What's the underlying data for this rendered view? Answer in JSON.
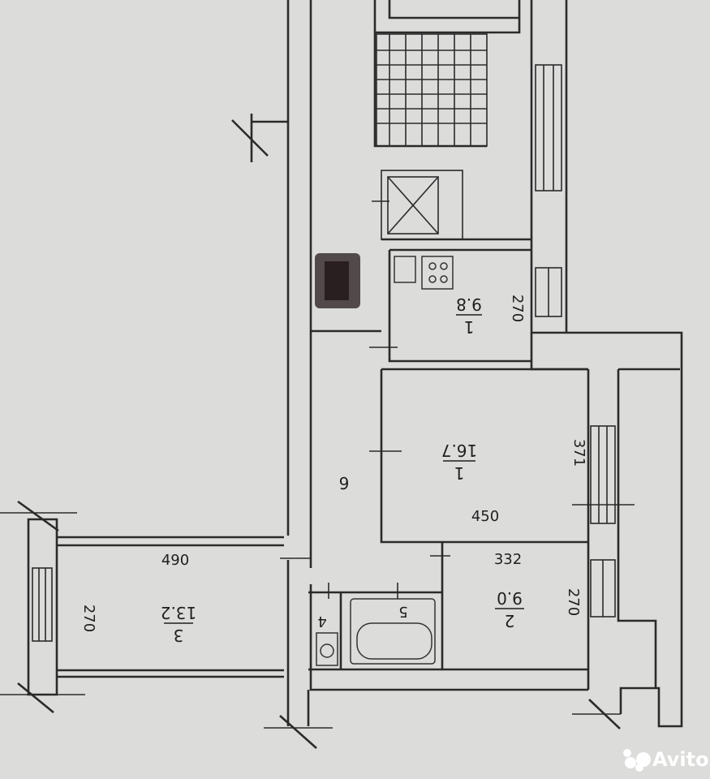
{
  "rooms": [
    {
      "id": "1",
      "area": "9.8"
    },
    {
      "id": "1",
      "area": "16.7"
    },
    {
      "id": "2",
      "area": "9.0"
    },
    {
      "id": "3",
      "area": "13.2"
    },
    {
      "id": "4"
    },
    {
      "id": "5"
    },
    {
      "id": "6"
    }
  ],
  "dimensions": {
    "kitchen_side": "270",
    "living_side": "371",
    "living_length": "450",
    "bedroom2_length": "332",
    "bedroom2_side": "270",
    "bedroom3_length": "490",
    "bedroom3_side": "270"
  },
  "watermark": {
    "text": "Avito"
  }
}
